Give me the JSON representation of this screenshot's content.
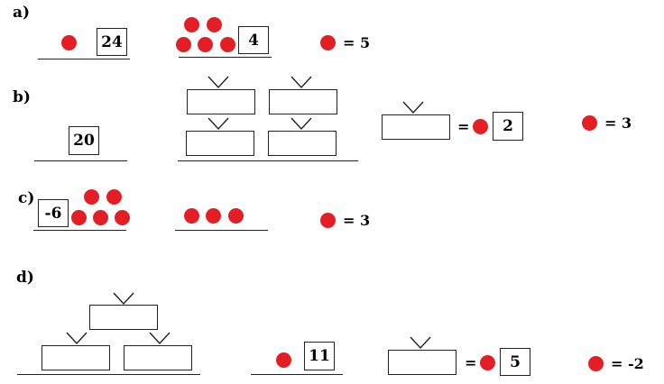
{
  "labels": {
    "a": "a)",
    "b": "b)",
    "c": "c)",
    "d": "d)"
  },
  "a": {
    "box1": "24",
    "box2": "4",
    "result": "= 5"
  },
  "b": {
    "box1": "20",
    "eq_sign": "=",
    "box2": "2",
    "result": "= 3"
  },
  "c": {
    "box1": "-6",
    "result": "= 3"
  },
  "d": {
    "box1": "11",
    "eq_sign": "=",
    "box2": "5",
    "result": "= -2"
  },
  "colors": {
    "dot": "#e31e24",
    "stroke": "#222222"
  }
}
